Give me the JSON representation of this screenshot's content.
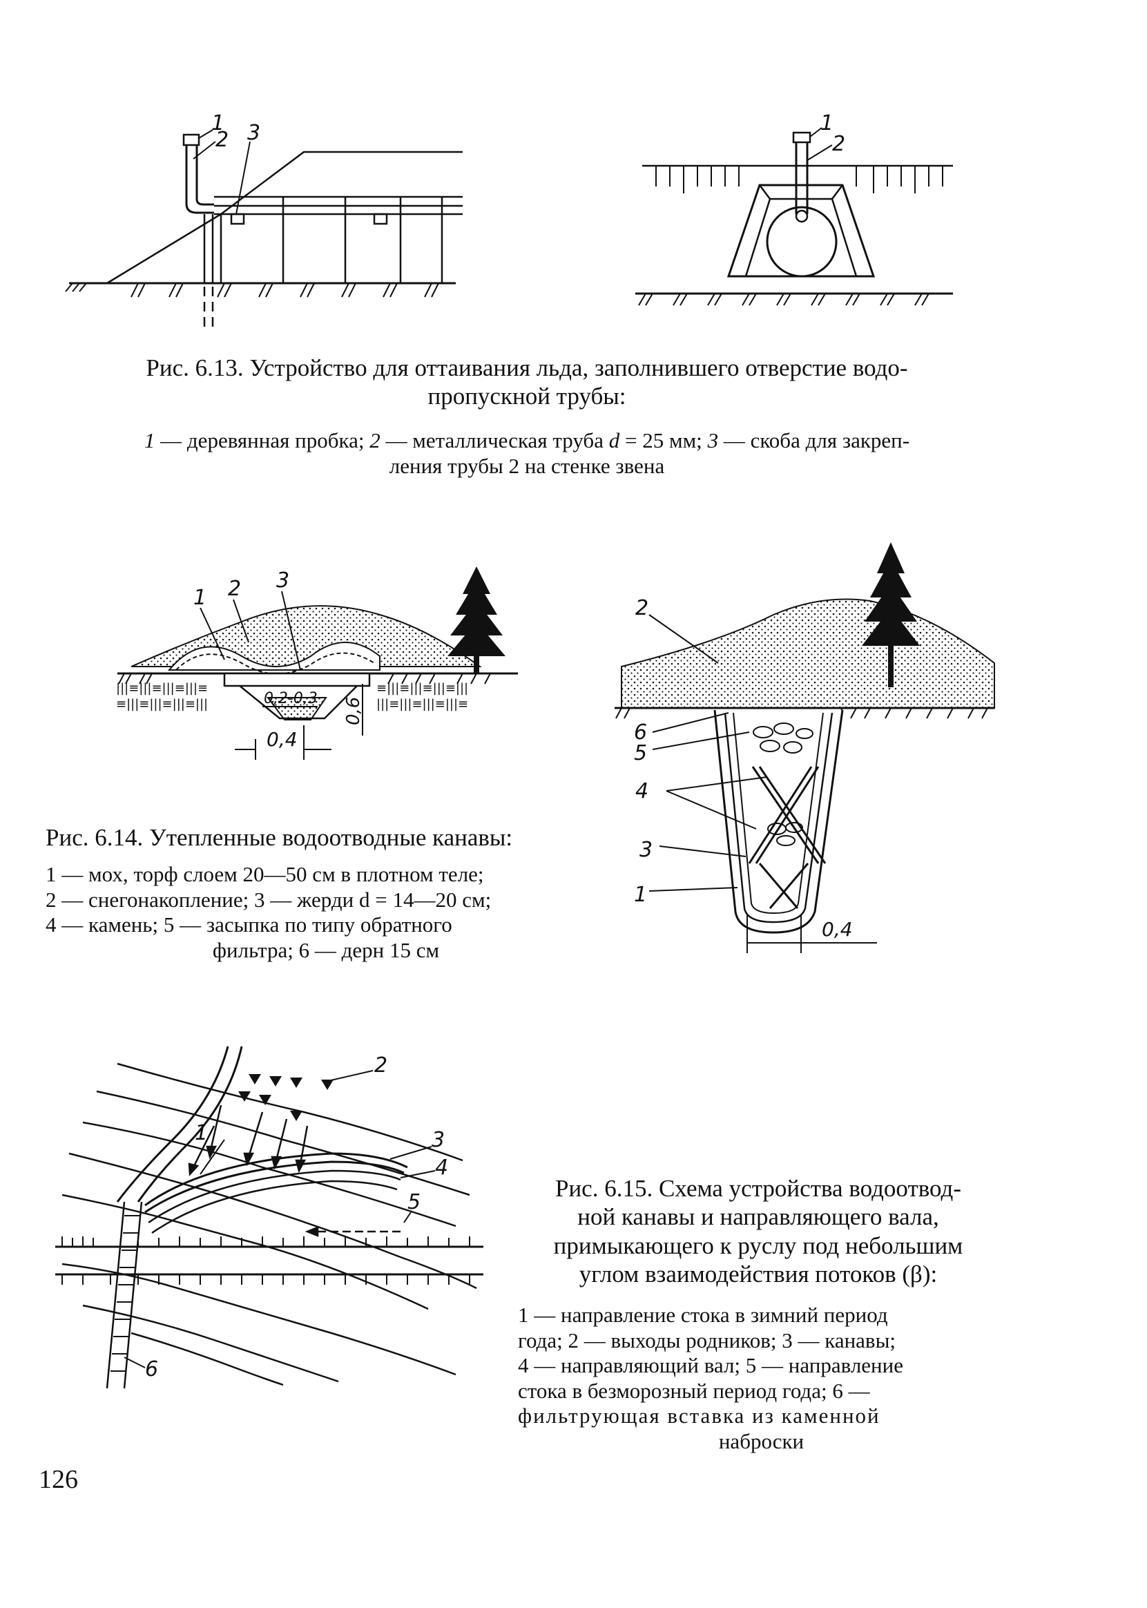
{
  "fig613": {
    "title": "Рис. 6.13. Устройство для оттаивания льда, заполнившего отверстие водо-пропускной трубы:",
    "title_line1": "Рис. 6.13. Устройство для оттаивания льда, заполнившего отверстие водо-",
    "title_line2": "пропускной трубы:",
    "legend": [
      {
        "num": "1",
        "text": " — деревянная пробка; "
      },
      {
        "num": "2",
        "text": " — металлическая труба "
      },
      {
        "num": "d",
        "text": " = 25 мм; "
      },
      {
        "num": "3",
        "text": " — скоба для закреп-"
      }
    ],
    "legend_line2": "ления трубы 2 на стенке звена",
    "labels_left": [
      "1",
      "2",
      "3"
    ],
    "labels_right": [
      "1",
      "2"
    ]
  },
  "fig614": {
    "title": "Рис. 6.14. Утепленные водоотводные канавы:",
    "legend_lines": [
      "1 — мох, торф слоем 20—50 см в плотном теле;",
      "2 — снегонакопление; 3 — жерди d = 14—20 см;",
      "4 — камень; 5 — засыпка по типу обратного",
      "фильтра; 6 — дерн 15 см"
    ],
    "labels_left": [
      "1",
      "2",
      "3"
    ],
    "dims_left": [
      "0,2-0,3",
      "0,6",
      "0,4"
    ],
    "labels_right": [
      "2",
      "6",
      "5",
      "4",
      "3",
      "1"
    ],
    "dims_right": [
      "0,4"
    ]
  },
  "fig615": {
    "title_lines": [
      "Рис. 6.15. Схема устройства водоотвод-",
      "ной канавы и направляющего вала,",
      "примыкающего к руслу под небольшим",
      "углом взаимодействия потоков (β):"
    ],
    "legend_lines": [
      "1 — направление стока в зимний период",
      "года; 2 — выходы родников; 3 — канавы;",
      "4 — направляющий вал; 5 — направление",
      "стока в безморозный период года; 6 —",
      "фильтрующая вставка из каменной",
      "наброски"
    ],
    "labels": [
      "1",
      "2",
      "3",
      "4",
      "5",
      "6"
    ]
  },
  "page_number": "126"
}
